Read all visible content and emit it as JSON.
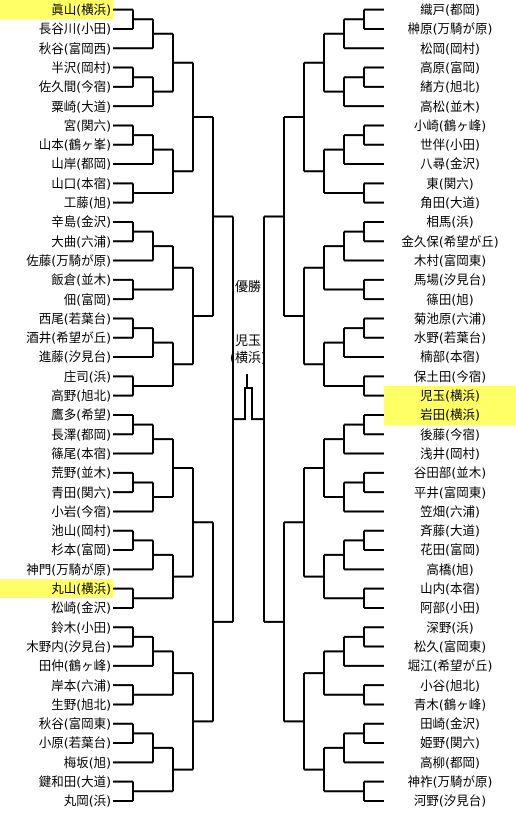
{
  "highlight_color": "#ffff66",
  "winner_label": "優勝",
  "champion": {
    "name": "児玉",
    "school": "(横浜)"
  },
  "left": [
    {
      "name": "眞山(横浜)",
      "hl": true
    },
    {
      "name": "長谷川(小田)"
    },
    {
      "name": "秋谷(富岡西)"
    },
    {
      "name": "半沢(岡村)"
    },
    {
      "name": "佐久間(今宿)"
    },
    {
      "name": "粟崎(大道)"
    },
    {
      "name": "宮(関六)"
    },
    {
      "name": "山本(鶴ヶ峯)"
    },
    {
      "name": "山岸(都岡)"
    },
    {
      "name": "山口(本宿)"
    },
    {
      "name": "工藤(旭)"
    },
    {
      "name": "辛島(金沢)"
    },
    {
      "name": "大曲(六浦)"
    },
    {
      "name": "佐藤(万騎が原)"
    },
    {
      "name": "飯倉(並木)"
    },
    {
      "name": "佃(富岡)"
    },
    {
      "name": "西尾(若葉台)"
    },
    {
      "name": "酒井(希望が丘)"
    },
    {
      "name": "進藤(汐見台)"
    },
    {
      "name": "庄司(浜)"
    },
    {
      "name": "高野(旭北)"
    },
    {
      "name": "鷹多(希望)"
    },
    {
      "name": "長澤(都岡)"
    },
    {
      "name": "篠尾(本宿)"
    },
    {
      "name": "荒野(並木)"
    },
    {
      "name": "青田(関六)"
    },
    {
      "name": "小岩(今宿)"
    },
    {
      "name": "池山(岡村)"
    },
    {
      "name": "杉本(富岡)"
    },
    {
      "name": "神門(万騎が原)"
    },
    {
      "name": "丸山(横浜)",
      "hl": true
    },
    {
      "name": "松崎(金沢)"
    },
    {
      "name": "鈴木(小田)"
    },
    {
      "name": "木野内(汐見台)"
    },
    {
      "name": "田仲(鶴ヶ峰)"
    },
    {
      "name": "岸本(六浦)"
    },
    {
      "name": "生野(旭北)"
    },
    {
      "name": "秋谷(富岡東)"
    },
    {
      "name": "小原(若葉台)"
    },
    {
      "name": "梅坂(旭)"
    },
    {
      "name": "鍵和田(大道)"
    },
    {
      "name": "丸岡(浜)"
    }
  ],
  "right": [
    {
      "name": "織戸(都岡)"
    },
    {
      "name": "榊原(万騎が原)"
    },
    {
      "name": "松岡(岡村)"
    },
    {
      "name": "高原(富岡)"
    },
    {
      "name": "緒方(旭北)"
    },
    {
      "name": "高松(並木)"
    },
    {
      "name": "小崎(鶴ヶ峰)"
    },
    {
      "name": "世伴(小田)"
    },
    {
      "name": "八尋(金沢)"
    },
    {
      "name": "東(関六)"
    },
    {
      "name": "角田(大道)"
    },
    {
      "name": "相馬(浜)"
    },
    {
      "name": "金久保(希望が丘)"
    },
    {
      "name": "木村(富岡東)"
    },
    {
      "name": "馬場(汐見台)"
    },
    {
      "name": "篠田(旭)"
    },
    {
      "name": "菊池原(六浦)"
    },
    {
      "name": "水野(若葉台)"
    },
    {
      "name": "楠部(本宿)"
    },
    {
      "name": "保土田(今宿)"
    },
    {
      "name": "児玉(横浜)",
      "hl": true
    },
    {
      "name": "岩田(横浜)",
      "hl": true
    },
    {
      "name": "後藤(今宿)"
    },
    {
      "name": "浅井(岡村)"
    },
    {
      "name": "谷田部(並木)"
    },
    {
      "name": "平井(富岡東)"
    },
    {
      "name": "笠畑(六浦)"
    },
    {
      "name": "斉藤(大道)"
    },
    {
      "name": "花田(富岡)"
    },
    {
      "name": "高橋(旭)"
    },
    {
      "name": "山内(本宿)"
    },
    {
      "name": "阿部(小田)"
    },
    {
      "name": "深野(浜)"
    },
    {
      "name": "松久(富岡東)"
    },
    {
      "name": "堀江(希望が丘)"
    },
    {
      "name": "小谷(旭北)"
    },
    {
      "name": "青木(鶴ヶ峰)"
    },
    {
      "name": "田崎(金沢)"
    },
    {
      "name": "姫野(関六)"
    },
    {
      "name": "高柳(都岡)"
    },
    {
      "name": "神祚(万騎が原)"
    },
    {
      "name": "河野(汐見台)"
    }
  ]
}
